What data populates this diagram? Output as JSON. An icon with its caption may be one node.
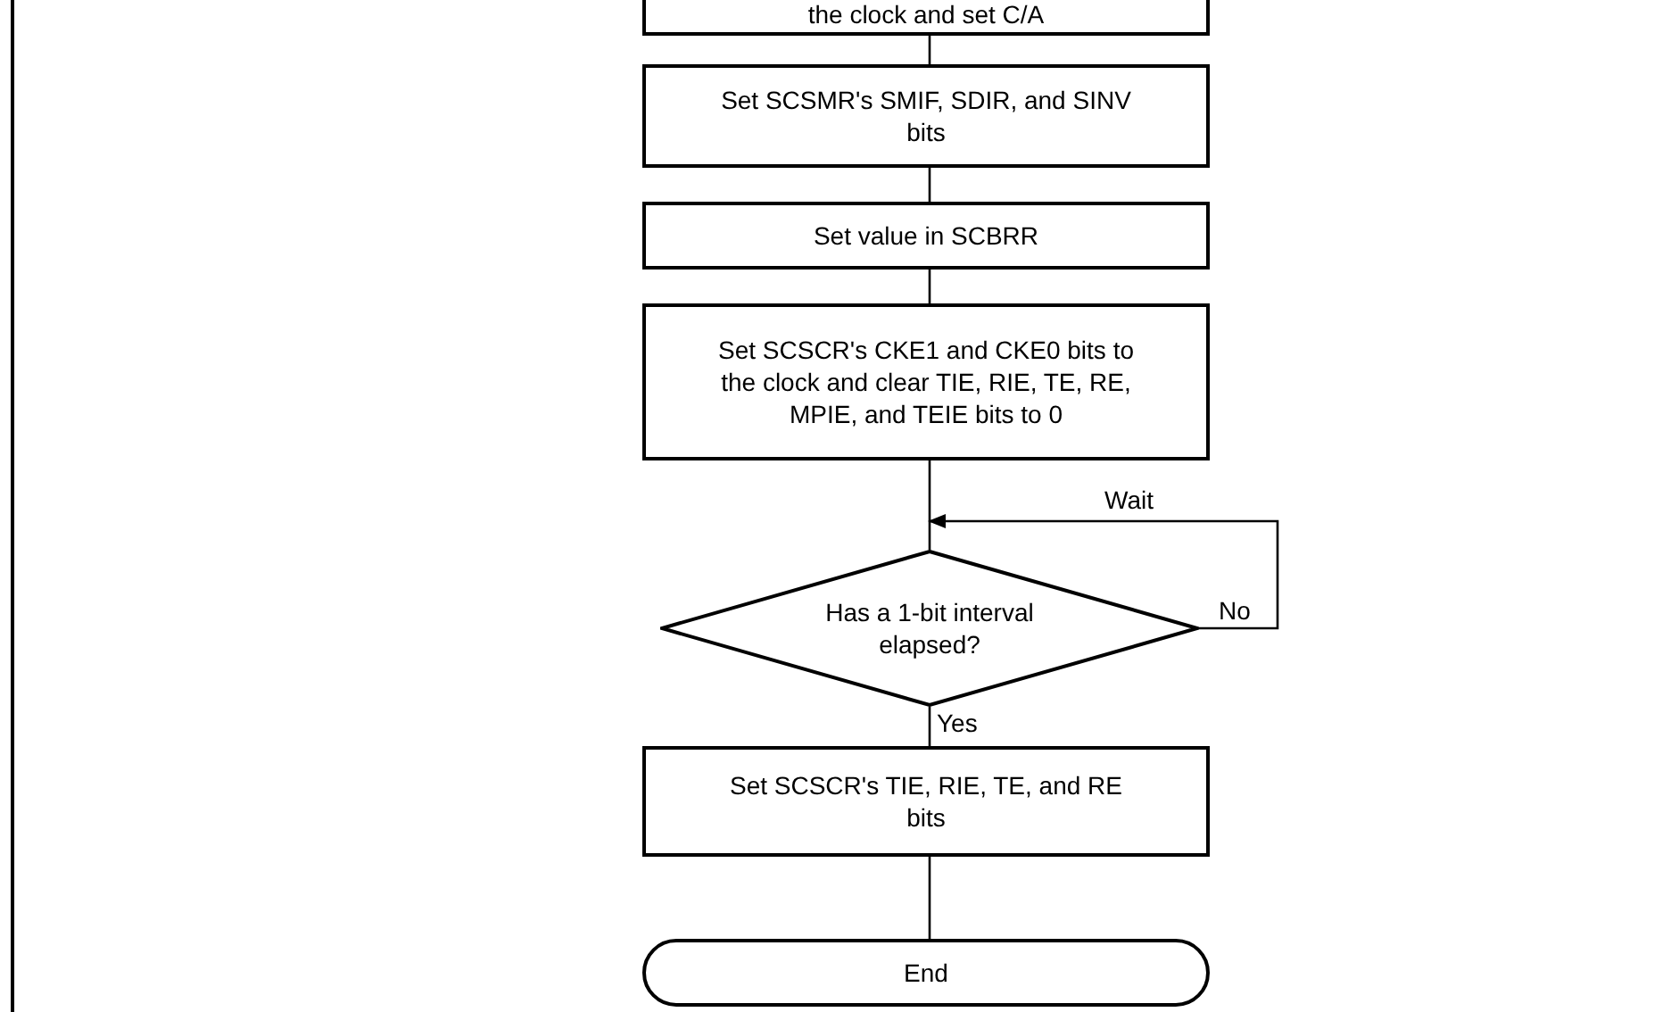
{
  "diagram": {
    "nodes": [
      {
        "text": [
          "the clock and set C/A"
        ]
      },
      {
        "text": [
          "Set SCSMR's SMIF, SDIR, and SINV bits"
        ]
      },
      {
        "text": [
          "Set value in SCBRR"
        ]
      },
      {
        "text": [
          "Set SCSCR's CKE1 and CKE0 bits to the clock and clear TIE, RIE, TE, RE, MPIE, and TEIE bits to 0"
        ]
      },
      {
        "text": [
          "Has a 1-bit interval elapsed?"
        ]
      },
      {
        "text": [
          "Set SCSCR's TIE, RIE, TE, and RE bits"
        ]
      },
      {
        "text": [
          "End"
        ]
      }
    ],
    "edges": [
      {
        "from": 0,
        "to": 1,
        "arrow": "none"
      },
      {
        "from": 1,
        "to": 2,
        "arrow": "none"
      },
      {
        "from": 2,
        "to": 3,
        "arrow": "none"
      },
      {
        "from": 3,
        "to": 4,
        "arrow": "none"
      },
      {
        "from": 4,
        "to": 4,
        "arrow": "to",
        "label": "No"
      },
      {
        "from": 4,
        "to": 5,
        "arrow": "none",
        "label": "Yes"
      },
      {
        "from": 5,
        "to": 6,
        "arrow": "none"
      }
    ],
    "labels": [
      "Wait"
    ]
  }
}
